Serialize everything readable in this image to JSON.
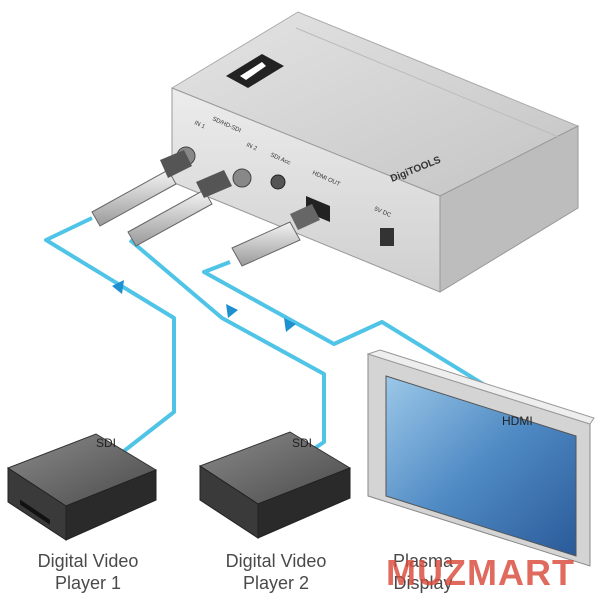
{
  "device": {
    "brand_text": "DigiTOOLS",
    "port_labels": {
      "sdi_group": "SD/HD-SDI",
      "in1": "IN 1",
      "in2": "IN 2",
      "sdi_acc": "SDI Acc",
      "hdmi_out": "HDMI OUT",
      "power": "5V DC"
    }
  },
  "connections": {
    "sdi1_label": "SDI",
    "sdi2_label": "SDI",
    "hdmi_label": "HDMI"
  },
  "devices": {
    "player1": {
      "line1": "Digital Video",
      "line2": "Player 1"
    },
    "player2": {
      "line1": "Digital Video",
      "line2": "Player 2"
    },
    "display": {
      "line1": "Plasma",
      "line2": "Display"
    }
  },
  "watermark": "MUZMART",
  "colors": {
    "cable": "#4fc4e6",
    "arrow": "#1e90cf",
    "watermark": "#d94a3a"
  }
}
